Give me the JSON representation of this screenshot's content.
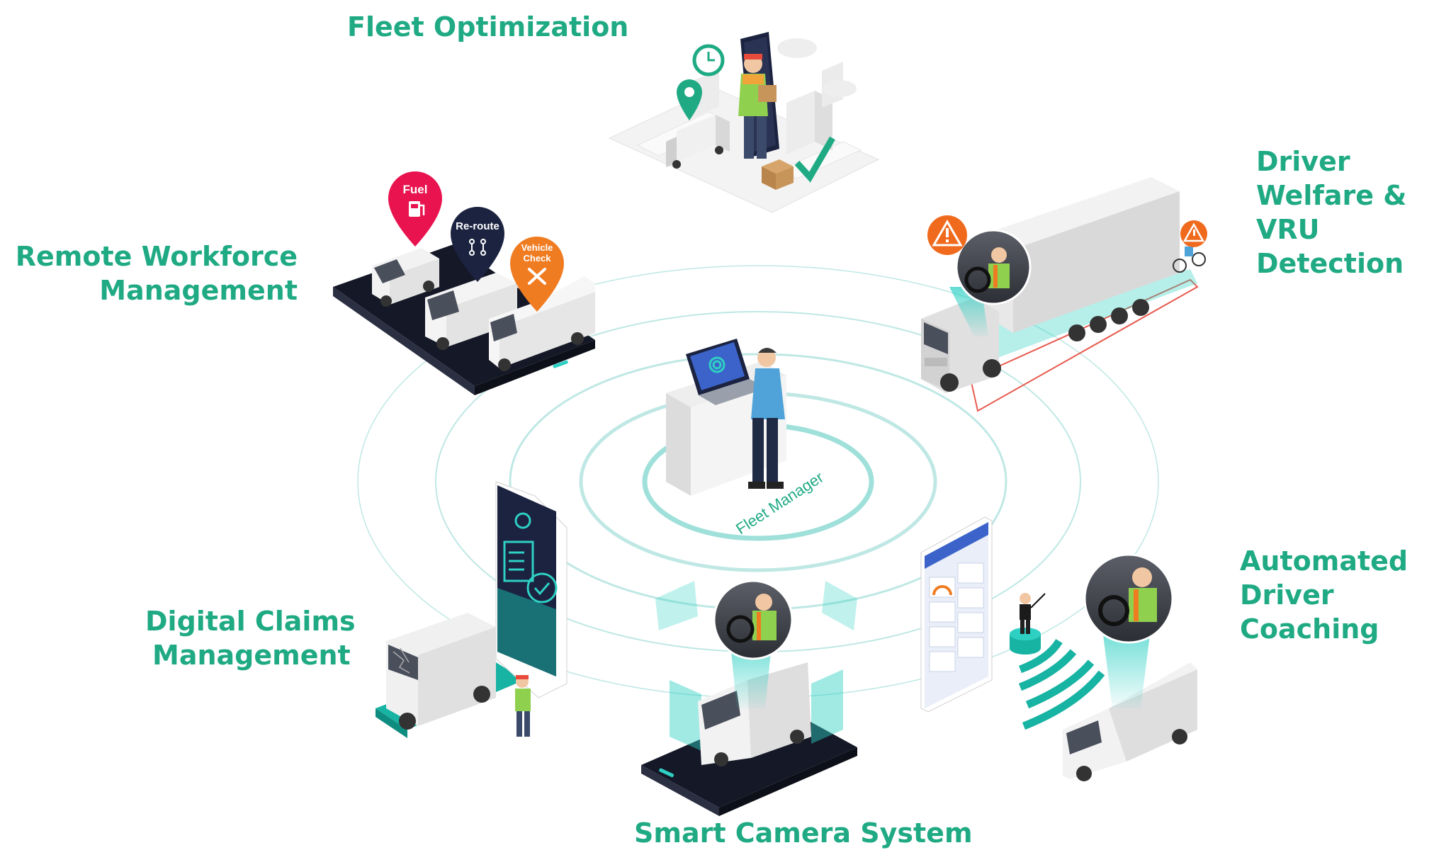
{
  "hub": {
    "label": "Fleet Manager"
  },
  "features": {
    "fleet_optimization": {
      "lines": [
        "Fleet Optimization"
      ]
    },
    "remote_workforce": {
      "lines": [
        "Remote Workforce",
        "Management"
      ]
    },
    "driver_welfare": {
      "lines": [
        "Driver",
        "Welfare &",
        "VRU",
        "Detection"
      ]
    },
    "digital_claims": {
      "lines": [
        "Digital Claims",
        "Management"
      ]
    },
    "smart_camera": {
      "lines": [
        "Smart Camera System"
      ]
    },
    "driver_coaching": {
      "lines": [
        "Automated",
        "Driver",
        "Coaching"
      ]
    }
  },
  "pins": {
    "fuel": {
      "label": "Fuel",
      "color": "#e8134f"
    },
    "reroute": {
      "label": "Re-route",
      "color": "#1b2340"
    },
    "vehicle_check": {
      "line1": "Vehicle",
      "line2": "Check",
      "color": "#f07c22"
    }
  },
  "colors": {
    "accent": "#1faa84",
    "ring": "#bfe8e4",
    "dark_platform": "#151827",
    "teal": "#17b3a3",
    "warning": "#f06a1e"
  },
  "icons": [
    "fuel-pump-icon",
    "route-icon",
    "wrench-icon",
    "warning-icon",
    "checkmark-icon",
    "location-pin-icon",
    "clock-icon",
    "fingerprint-icon"
  ]
}
